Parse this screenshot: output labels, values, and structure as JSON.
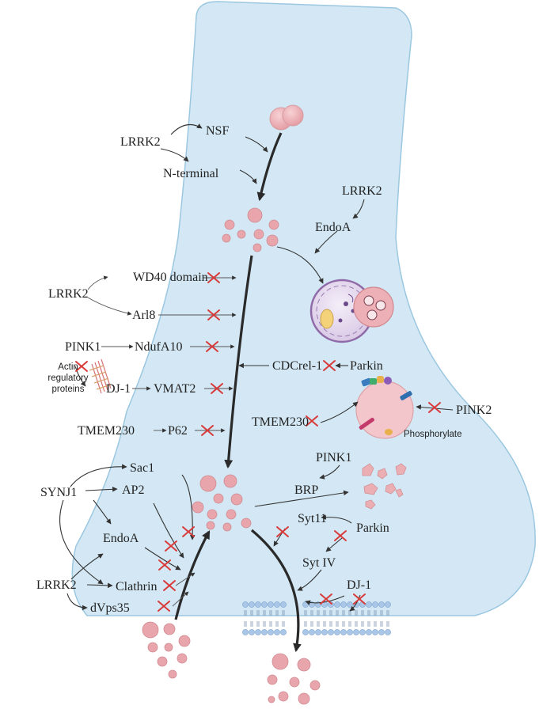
{
  "labels": {
    "lrrk2_top": "LRRK2",
    "nsf": "NSF",
    "n_terminal": "N-terminal",
    "lrrk2_endo": "LRRK2",
    "endoa_top": "EndoA",
    "wd40": "WD40 domain",
    "lrrk2_mid": "LRRK2",
    "arl8": "Arl8",
    "pink1_left": "PINK1",
    "ndufa10": "NdufA10",
    "actin": [
      "Actin",
      "regulatory",
      "proteins"
    ],
    "dj1_left": "DJ-1",
    "vmat2": "VMAT2",
    "cdcrel": "CDCrel-1",
    "parkin_mid": "Parkin",
    "tmem230_right": "TMEM230",
    "pink2": "PINK2",
    "phosphorylate": "Phosphorylate",
    "tmem230_left": "TMEM230",
    "p62": "P62",
    "sac1": "Sac1",
    "synj1": "SYNJ1",
    "ap2": "AP2",
    "endoa_bottom": "EndoA",
    "lrrk2_bottom": "LRRK2",
    "clathrin": "Clathrin",
    "dvps35": "dVps35",
    "pink1_right": "PINK1",
    "brp": "BRP",
    "syt11": "Syt11",
    "parkin_bottom": "Parkin",
    "sytiv": "Syt IV",
    "dj1_right": "DJ-1"
  },
  "colors": {
    "terminal_fill": "#d3e8f4",
    "terminal_stroke": "#9cc7e0",
    "vesicle": "#e8a6ac",
    "inhibit": "#d93a3a",
    "membrane_head": "#a9c6e6",
    "lysosome": "#e8dcef"
  }
}
